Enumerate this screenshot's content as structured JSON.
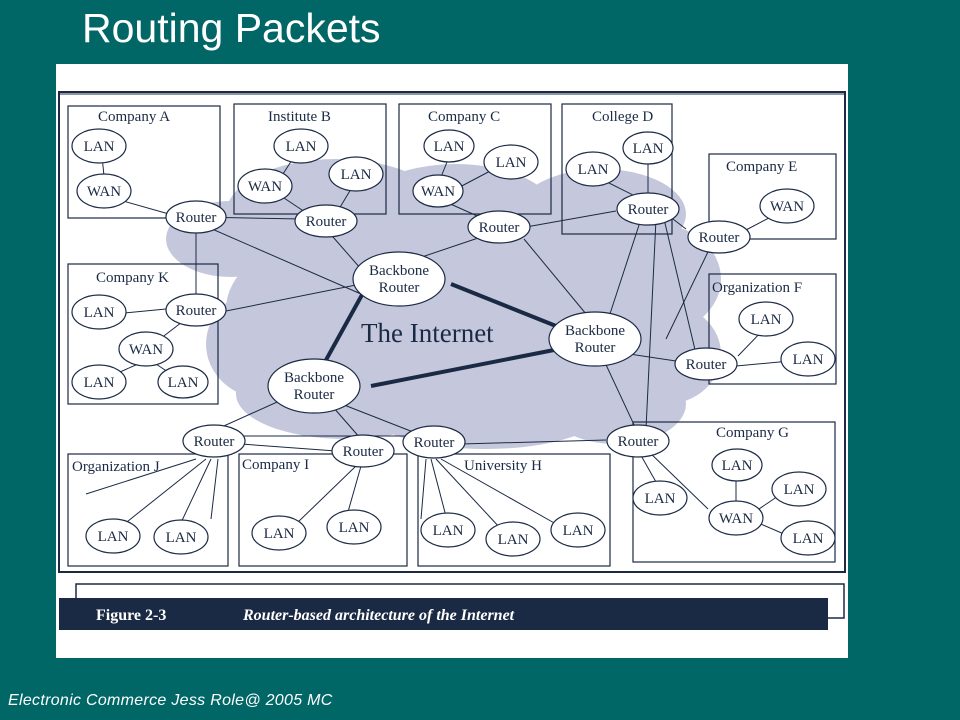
{
  "slide": {
    "title": "Routing Packets",
    "footer": "Electronic Commerce Jess Role@ 2005 MC"
  },
  "figure": {
    "label": "Figure 2-3",
    "caption": "Router-based architecture of the Internet",
    "center_label": "The Internet",
    "boxes": {
      "company_a": "Company A",
      "institute_b": "Institute B",
      "company_c": "Company C",
      "college_d": "College D",
      "company_e": "Company E",
      "company_k": "Company K",
      "organization_f": "Organization F",
      "organization_j": "Organization J",
      "company_i": "Company I",
      "university_h": "University H",
      "company_g": "Company G"
    },
    "node_labels": {
      "lan": "LAN",
      "wan": "WAN",
      "router": "Router",
      "backbone_line1": "Backbone",
      "backbone_line2": "Router"
    }
  },
  "colors": {
    "slide_background": "#006666",
    "cloud": "#c5c8dc",
    "ink": "#1b2a44",
    "caption_bar": "#1b2a44"
  }
}
